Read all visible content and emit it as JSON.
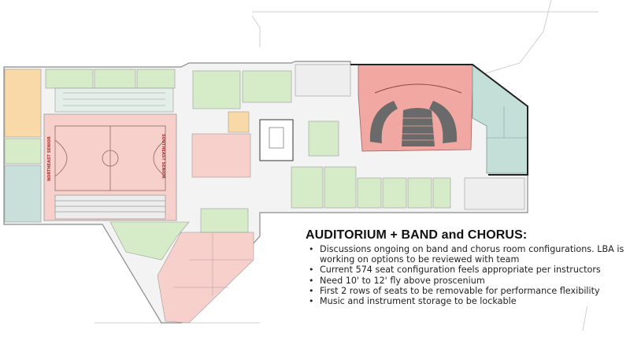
{
  "gym_labels": [
    "NORTHEAST SENIOR",
    "SOUTHEAST SENIOR"
  ],
  "notes": {
    "title": "AUDITORIUM + BAND and CHORUS:",
    "bullets": [
      "Discussions ongoing on band and chorus room configurations. LBA is working on options to be reviewed with team",
      "Current 574 seat configuration feels appropriate per instructors",
      "Need 10' to 12' fly above proscenium",
      "First 2 rows of seats to be removable for performance flexibility",
      "Music and instrument storage to be lockable"
    ]
  },
  "colors": {
    "background": "#ffffff",
    "auditorium": "#f2a8a2",
    "gym": "#f7d0cc",
    "classroom_green": "#d6ecc8",
    "stage_teal": "#c4ded8",
    "orange_room": "#fad9a8",
    "corridor": "#f2f2f2",
    "outline_dark": "#222222"
  }
}
